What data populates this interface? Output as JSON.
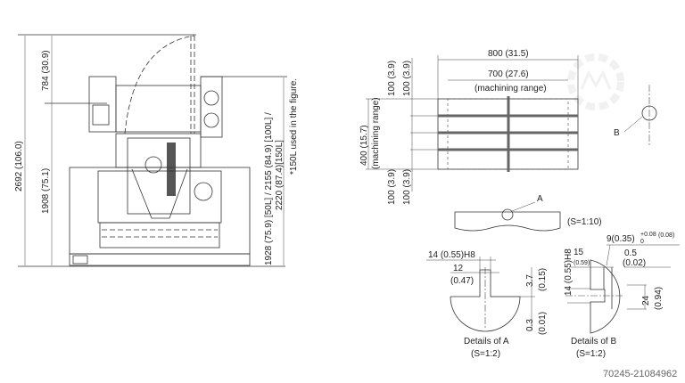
{
  "machine_view": {
    "overall_height": "2692 (106.0)",
    "door_open_height": "784 (30.9)",
    "machine_height": "1908 (75.1)",
    "tank_height": "1928 (75.9) [50L] / 2155 (84.9) [100L] /",
    "tank_height_2": "2220 (87.4)[150L]",
    "note": "*150L used in the figure."
  },
  "table_view": {
    "width": "800 (31.5)",
    "machining_width": "700 (27.6)",
    "machining_width_label": "(machining range)",
    "depth": "400 (15.7)",
    "depth_label": "(machining range)",
    "slot_pitch": "100 (3.9)",
    "label_a": "A",
    "label_b": "B",
    "scale": "(S=1:10)"
  },
  "detail_a": {
    "slot_width": "14 (0.55)H8",
    "inner_width": "12",
    "inner_width_in": "(0.47)",
    "depth": "3.7",
    "depth_in": "(0.15)",
    "offset": "0.3",
    "offset_in": "(0.01)",
    "title": "Details of A",
    "scale": "(S=1:2)"
  },
  "detail_b": {
    "slot": "9(0.35)",
    "tolerance_upper": "+0.08",
    "tolerance_lower": "0",
    "tolerance_in": "(0.08)",
    "depth": "15",
    "depth_in": "(0.59)",
    "gap": "0.5",
    "gap_in": "(0.02)",
    "width": "14 (0.55)H8",
    "height": "24",
    "height_in": "(0.94)",
    "title": "Details of B",
    "scale": "(S=1:2)"
  },
  "image_id": "70245-21084962",
  "colors": {
    "line": "#333333",
    "watermark": "#eeeeee"
  }
}
